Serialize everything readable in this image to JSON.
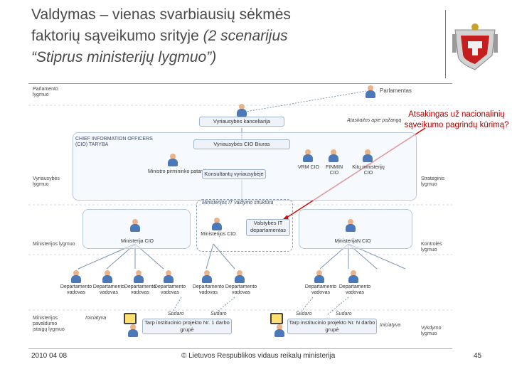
{
  "title": {
    "line1": "Valdymas – vienas svarbiausių sėkmės",
    "line2a": "faktorių sąveikumo srityje ",
    "line2b": "(2 scenarijus",
    "line3": "“Stiprus ministerijų lygmuo”)"
  },
  "levels": {
    "parlament": "Parlamento lygmuo",
    "govt": "Vyriausybės lygmuo",
    "ministry": "Ministerijos lygmuo",
    "sub": "Ministerijos pavaldumo įstaigų lygmuo"
  },
  "right_labels": {
    "strategic": "Strateginis lygmuo",
    "control": "Kontrolės lygmuo",
    "executive": "Vykdymo lygmuo"
  },
  "parliament_label": "Parlamentas",
  "chancellery_label": "Vyriausybės kanceliarija",
  "reports_label": "Ataskaitos apie pažangą",
  "cio_council": "CHIEF INFORMATION OFFICERS (CIO) TARYBA",
  "cio_bureau": "Vyriausybės CIO Biuras",
  "premier_advisor": "Ministro pirmininko patarėjas",
  "consultants": "Konsultantų vyriausybėje",
  "vrm_cio": "VRM CIO",
  "finmin_cio": "FINMIN CIO",
  "other_cio": "Kitų ministerijų CIO",
  "ministry_dashed": "Ministerijos IT valdymo struktūra",
  "ministry1_cio": "Ministerija CIO",
  "ministry_cio": "Ministerijos CIO",
  "it_dept": "Valstybės IT departamentas",
  "ministryN_cio": "MinisterijaN CIO",
  "sub_units": [
    "Departamento vadovas",
    "Departamento vadovas",
    "Departamento vadovas",
    "Departamento vadovas",
    "Departamento vadovas",
    "Departamento vadovas",
    "Departamento vadovas",
    "Departamento vadovas"
  ],
  "initiative": "Iniciatyva",
  "support": "Sudaro",
  "project1": "Tarp institucinio projekto Nr. 1 darbo grupė",
  "projectN": "Tarp institucinio projekto Nr. N darbo grupė",
  "note": "Atsakingas už nacionalinių sąveikumo pagrindų kūrimą?",
  "footer": {
    "date": "2010 04 08",
    "center": "© Lietuvos Respublikos vidaus reikalų ministerija",
    "page": "45"
  },
  "colors": {
    "accent_red": "#cc1111",
    "frame_blue": "#b8c8dc"
  }
}
